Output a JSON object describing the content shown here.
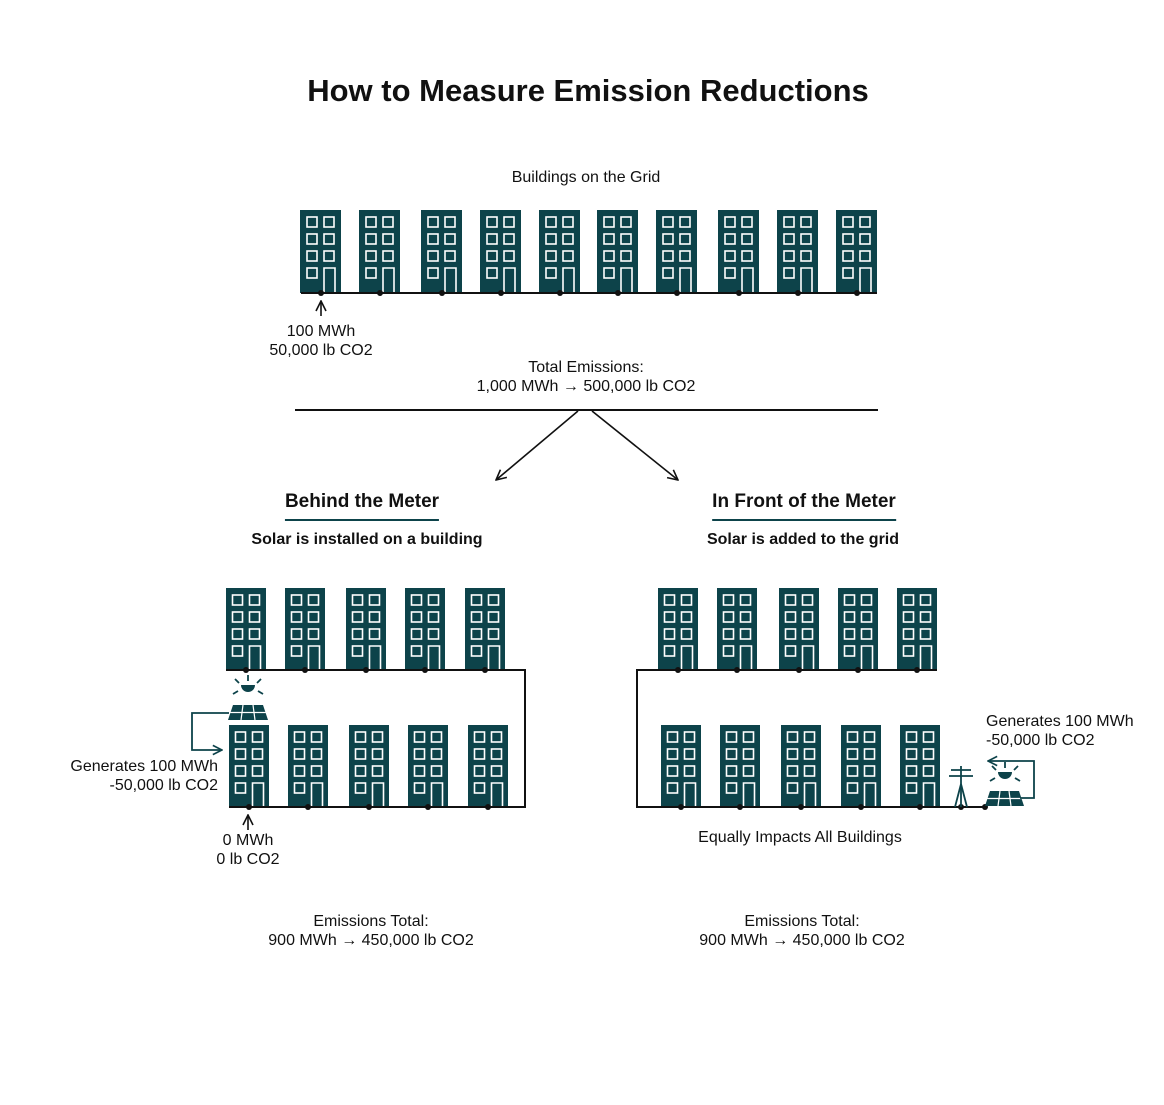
{
  "title": "How to Measure Emission Reductions",
  "grid_section": {
    "label": "Buildings on the Grid",
    "building_count": 10,
    "per_building": {
      "line1": "100 MWh",
      "line2": "50,000 lb CO2"
    },
    "total": {
      "line1": "Total Emissions:",
      "line2": "1,000 MWh → 500,000 lb CO2"
    }
  },
  "behind_meter": {
    "heading": "Behind the Meter",
    "subheading": "Solar is installed on a building",
    "solar_label": {
      "line1": "Generates 100 MWh",
      "line2": "-50,000 lb CO2"
    },
    "building_label": {
      "line1": "0 MWh",
      "line2": "0 lb CO2"
    },
    "total": {
      "line1": "Emissions Total:",
      "line2": "900 MWh → 450,000 lb CO2"
    }
  },
  "front_meter": {
    "heading": "In Front of the Meter",
    "subheading": "Solar is added to the grid",
    "solar_label": {
      "line1": "Generates 100 MWh",
      "line2": "-50,000 lb CO2"
    },
    "impact_note": "Equally Impacts All Buildings",
    "total": {
      "line1": "Emissions Total:",
      "line2": "900 MWh → 450,000 lb CO2"
    }
  },
  "colors": {
    "building": "#0d434a",
    "line": "#111111",
    "accent": "#0d434a"
  },
  "icons": [
    "building-icon",
    "solar-panel-icon",
    "sun-icon",
    "power-pole-icon",
    "arrow-up-icon"
  ]
}
